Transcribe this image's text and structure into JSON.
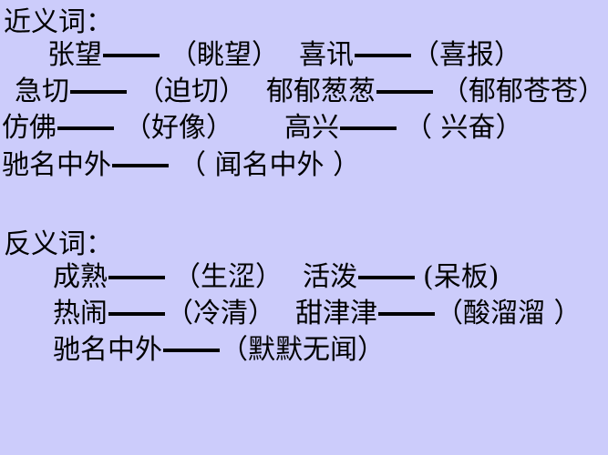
{
  "slide": {
    "background_color": "#ccccfb",
    "text_color": "#000000",
    "sections": [
      {
        "id": "synonyms",
        "heading": "近义词：",
        "rows": [
          {
            "pairs": [
              {
                "left": "张望",
                "dash": "——",
                "right": "（眺望）"
              },
              {
                "left": "喜讯",
                "dash": "——",
                "right": "（喜报）"
              }
            ]
          },
          {
            "pairs": [
              {
                "left": "急切",
                "dash": "——",
                "right": "（迫切）"
              },
              {
                "left": "郁郁葱葱",
                "dash": "——",
                "right": "（郁郁苍苍）"
              }
            ]
          },
          {
            "pairs": [
              {
                "left": "仿佛",
                "dash": "——",
                "right": "（好像）"
              },
              {
                "left": "高兴",
                "dash": "——",
                "right": "（ 兴奋）"
              }
            ]
          },
          {
            "pairs": [
              {
                "left": "驰名中外",
                "dash": "——",
                "right": "（ 闻名中外 ）"
              }
            ]
          }
        ]
      },
      {
        "id": "antonyms",
        "heading": "反义词：",
        "rows": [
          {
            "pairs": [
              {
                "left": "成熟",
                "dash": "——",
                "right": "（生涩）"
              },
              {
                "left": "活泼",
                "dash": "——",
                "right": "(呆板)"
              }
            ]
          },
          {
            "pairs": [
              {
                "left": "热闹",
                "dash": "——",
                "right": "（冷清）"
              },
              {
                "left": "甜津津",
                "dash": "——",
                "right": "（酸溜溜 ）"
              }
            ]
          },
          {
            "pairs": [
              {
                "left": "驰名中外",
                "dash": "——",
                "right": "（默默无闻）"
              }
            ]
          }
        ]
      }
    ]
  }
}
